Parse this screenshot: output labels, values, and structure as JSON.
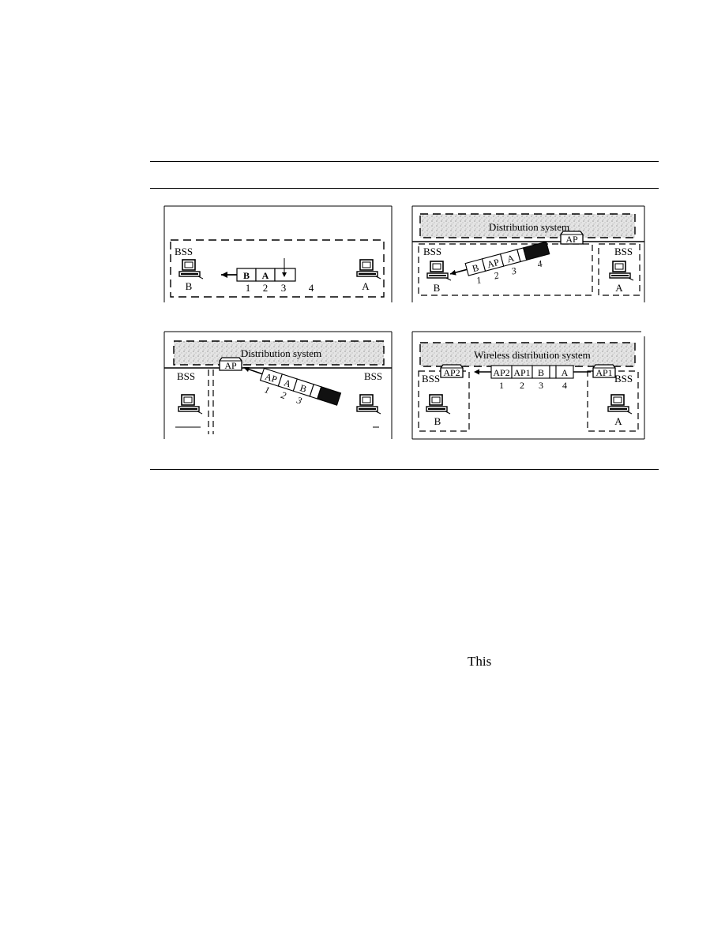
{
  "panel1": {
    "bss": "BSS",
    "station_left": "B",
    "station_right": "A",
    "frame_fields": [
      "B",
      "A",
      "",
      ""
    ],
    "field_numbers": [
      "1",
      "2",
      "3",
      "4"
    ]
  },
  "panel2": {
    "ds_label": "Distribution system",
    "ap_label": "AP",
    "bss_left": "BSS",
    "bss_right": "BSS",
    "station_left": "B",
    "station_right": "A",
    "frame_fields": [
      "B",
      "AP",
      "A",
      ""
    ],
    "field_numbers": [
      "1",
      "2",
      "3",
      "4"
    ]
  },
  "panel3": {
    "ds_label": "Distribution system",
    "ap_label": "AP",
    "bss_left": "BSS",
    "bss_right": "BSS",
    "frame_fields": [
      "AP",
      "A",
      "B",
      ""
    ],
    "field_numbers": [
      "1",
      "2",
      "3"
    ]
  },
  "panel4": {
    "ds_label": "Wireless distribution system",
    "ap_left": "AP2",
    "ap_right": "AP1",
    "bss_left": "BSS",
    "bss_right": "BSS",
    "station_left": "B",
    "station_right": "A",
    "frame_fields": [
      "AP2",
      "AP1",
      "B",
      "A"
    ],
    "field_numbers": [
      "1",
      "2",
      "3",
      "4"
    ]
  },
  "stray_text": "This",
  "colors": {
    "ink": "#000000",
    "ds_fill": "#d6d6d6"
  }
}
